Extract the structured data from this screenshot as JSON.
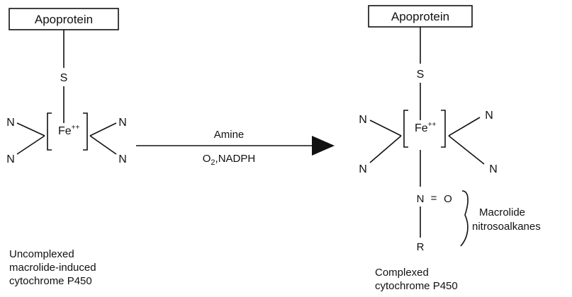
{
  "left": {
    "protein_label": "Apoprotein",
    "sulfur": "S",
    "iron": "Fe",
    "iron_charge": "++",
    "nitrogen": "N",
    "caption": [
      "Uncomplexed",
      "macrolide-induced",
      "cytochrome P450"
    ]
  },
  "reaction": {
    "reagent_top": "Amine",
    "oxygen": "O",
    "oxygen_subscript": "2",
    "cofactor": ",NADPH"
  },
  "right": {
    "protein_label": "Apoprotein",
    "sulfur": "S",
    "iron": "Fe",
    "iron_charge": "++",
    "nitrogen": "N",
    "nitroso_n": "N",
    "nitroso_eq": "=",
    "nitroso_o": "O",
    "r_group": "R",
    "ligand_label": [
      "Macrolide",
      "nitrosoalkanes"
    ],
    "caption": [
      "Complexed",
      "cytochrome P450"
    ]
  },
  "colors": {
    "ink": "#111111",
    "background": "#ffffff"
  }
}
